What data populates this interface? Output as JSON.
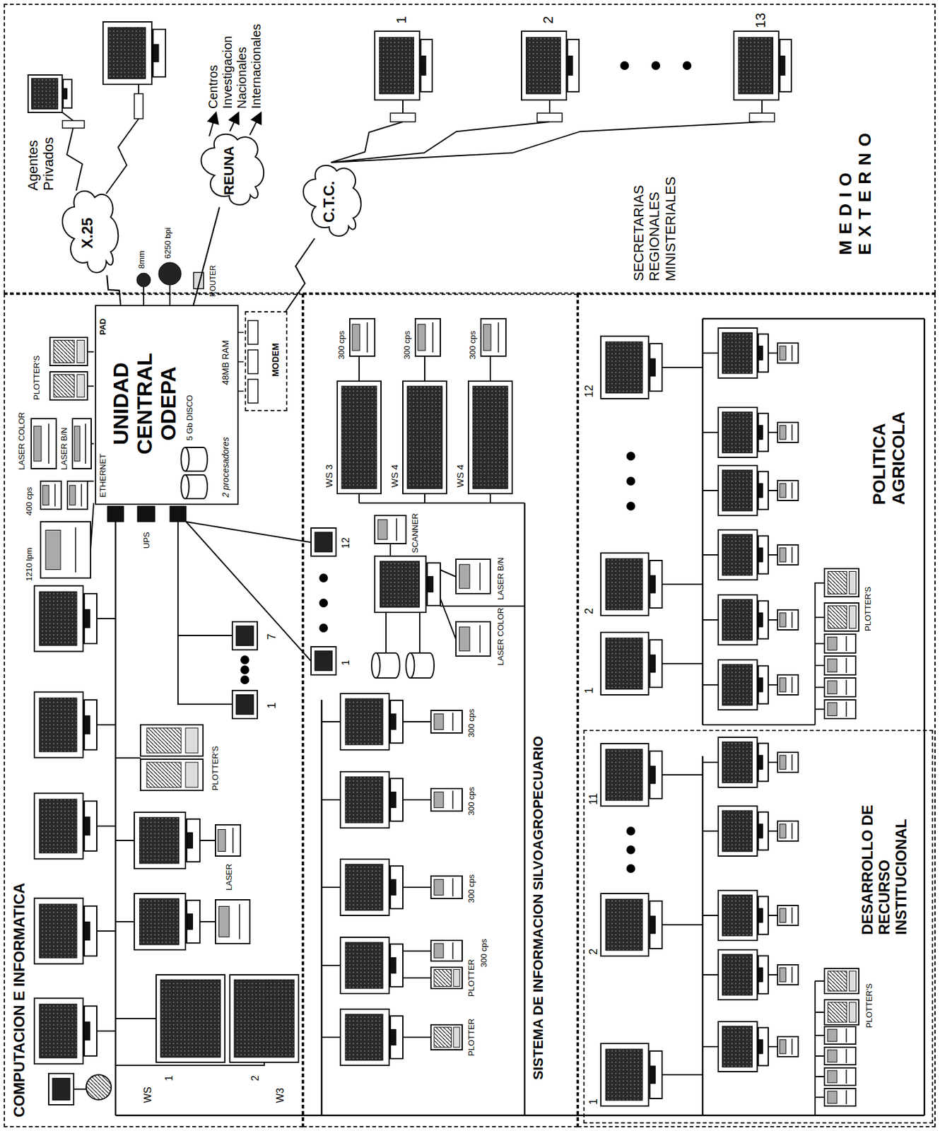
{
  "diagram": {
    "nodes": [
      {
        "text": [
          "MEDIO EXTERNO"
        ]
      },
      {
        "text": [
          "X.25"
        ],
        "in": 0
      },
      {
        "text": [
          "REUNA"
        ],
        "in": 0
      },
      {
        "text": [
          "C.T.C."
        ],
        "in": 0
      },
      {
        "text": [
          "COMPUTACION E INFORMATICA"
        ]
      },
      {
        "text": [
          "UNIDAD CENTRAL ODEPA",
          "ETHERNET",
          "PAD",
          "2 procesadores",
          "48MB RAM"
        ],
        "in": 4
      },
      {
        "text": [
          "MODEM"
        ],
        "in": 4
      },
      {
        "text": [
          "SISTEMA DE INFORMACION SILVOAGROPECUARIO"
        ]
      },
      {
        "text": [
          "POLITICA AGRICOLA"
        ]
      },
      {
        "text": [
          "DESARROLLO DE RECURSO INSTITUCIONAL"
        ],
        "in": 8
      }
    ],
    "edges": [
      {
        "from": 5,
        "to": 1,
        "arrow": "none"
      },
      {
        "from": 5,
        "to": 2,
        "arrow": "none"
      },
      {
        "from": 6,
        "to": 3,
        "arrow": "none"
      }
    ],
    "labels": [
      "Agentes Privados",
      "Centros Investigacion Nacionales Internacionales",
      "ROUTER",
      "8mm",
      "6250 bpi",
      "1",
      "2",
      "13",
      "SECRETARIAS REGIONALES MINISTERIALES",
      "1210 lpm",
      "400 cps",
      "LASER COLOR",
      "LASER B/N",
      "PLOTTER'S",
      "5 Gb DISCO",
      "UPS",
      "1",
      "7",
      "WS",
      "1",
      "W3",
      "2",
      "LASER",
      "PLOTTER'S",
      "WS 3",
      "WS 4",
      "WS 4",
      "300 cps",
      "300 cps",
      "300 cps",
      "12",
      "1",
      "SCANNER",
      "LASER COLOR",
      "LASER B/N",
      "PLOTTER",
      "PLOTTER",
      "300 cps",
      "300 cps",
      "300 cps",
      "300 cps",
      "1",
      "2",
      "12",
      "PLOTTER'S",
      "1",
      "2",
      "11",
      "PLOTTER'S"
    ]
  }
}
